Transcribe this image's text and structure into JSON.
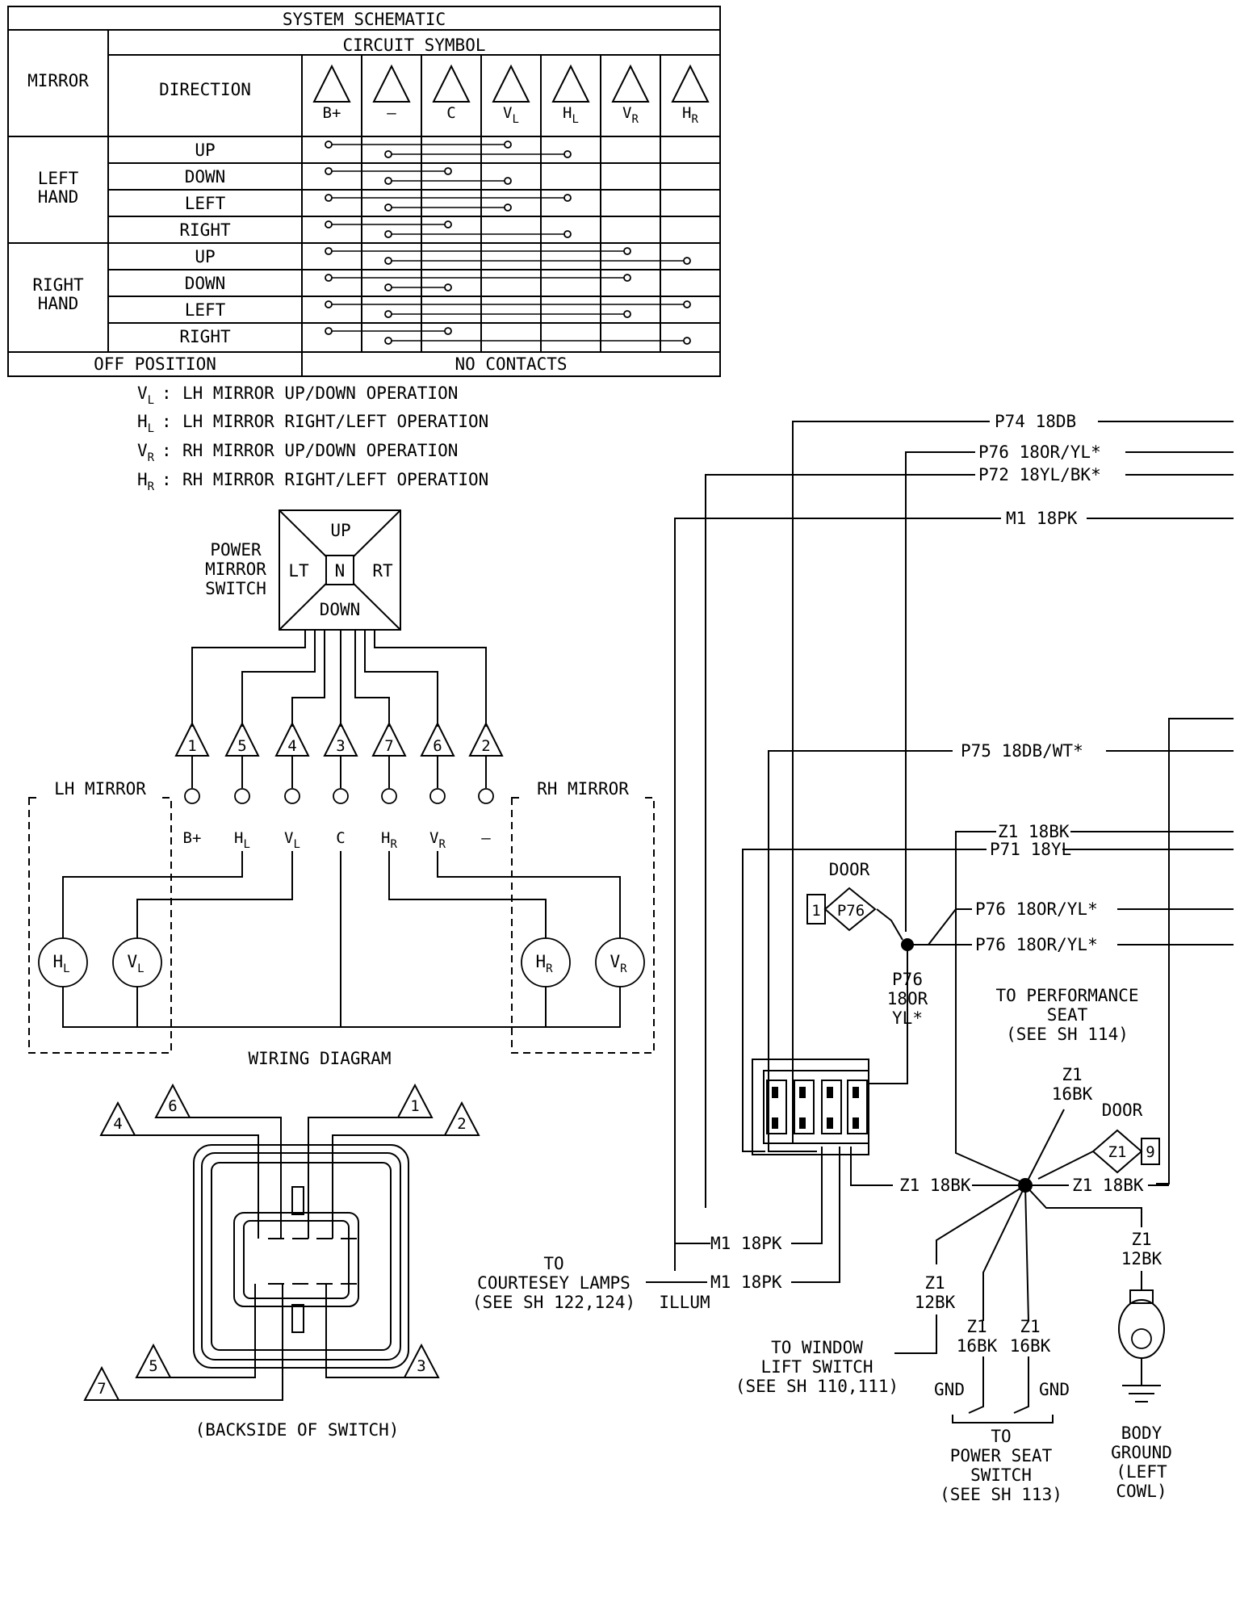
{
  "table": {
    "title": "SYSTEM SCHEMATIC",
    "circuit_symbol": "CIRCUIT SYMBOL",
    "mirror": "MIRROR",
    "direction": "DIRECTION",
    "symbols": [
      {
        "main": "B+",
        "sub": ""
      },
      {
        "main": "—",
        "sub": ""
      },
      {
        "main": "C",
        "sub": ""
      },
      {
        "main": "V",
        "sub": "L"
      },
      {
        "main": "H",
        "sub": "L"
      },
      {
        "main": "V",
        "sub": "R"
      },
      {
        "main": "H",
        "sub": "R"
      }
    ],
    "left_hand": [
      "LEFT",
      "HAND"
    ],
    "right_hand": [
      "RIGHT",
      "HAND"
    ],
    "directions_left": [
      "UP",
      "DOWN",
      "LEFT",
      "RIGHT"
    ],
    "directions_right": [
      "UP",
      "DOWN",
      "LEFT",
      "RIGHT"
    ],
    "off_position": "OFF POSITION",
    "no_contacts": "NO CONTACTS"
  },
  "legend": [
    {
      "sym": "V",
      "sub": "L",
      "text": "LH MIRROR UP/DOWN OPERATION"
    },
    {
      "sym": "H",
      "sub": "L",
      "text": "LH MIRROR RIGHT/LEFT OPERATION"
    },
    {
      "sym": "V",
      "sub": "R",
      "text": "RH MIRROR UP/DOWN OPERATION"
    },
    {
      "sym": "H",
      "sub": "R",
      "text": "RH MIRROR RIGHT/LEFT OPERATION"
    }
  ],
  "switch": {
    "name": [
      "POWER",
      "MIRROR",
      "SWITCH"
    ],
    "up": "UP",
    "down": "DOWN",
    "lt": "LT",
    "rt": "RT",
    "n": "N"
  },
  "terminals": [
    "1",
    "5",
    "4",
    "3",
    "7",
    "6",
    "2"
  ],
  "terminal_labels": [
    {
      "main": "B+",
      "sub": ""
    },
    {
      "main": "H",
      "sub": "L"
    },
    {
      "main": "V",
      "sub": "L"
    },
    {
      "main": "C",
      "sub": ""
    },
    {
      "main": "H",
      "sub": "R"
    },
    {
      "main": "V",
      "sub": "R"
    },
    {
      "main": "—",
      "sub": ""
    }
  ],
  "lh_mirror": "LH MIRROR",
  "rh_mirror": "RH MIRROR",
  "motors": [
    {
      "main": "H",
      "sub": "L"
    },
    {
      "main": "V",
      "sub": "L"
    },
    {
      "main": "H",
      "sub": "R"
    },
    {
      "main": "V",
      "sub": "R"
    }
  ],
  "wiring_diagram": "WIRING DIAGRAM",
  "backside": {
    "pins": [
      "6",
      "1",
      "4",
      "2",
      "5",
      "3",
      "7"
    ],
    "caption": "(BACKSIDE OF SWITCH)"
  },
  "wires": {
    "p74": "P74 18DB",
    "p76a": "P76 18OR/YL*",
    "p72": "P72 18YL/BK*",
    "m1a": "M1 18PK",
    "p75": "P75 18DB/WT*",
    "z1a": "Z1 18BK",
    "p71": "P71 18YL",
    "p76b": "P76 18OR/YL*",
    "p76c": "P76 18OR/YL*",
    "p76_vert": [
      "P76",
      "18OR",
      "YL*"
    ],
    "z1_mid": "Z1 18BK",
    "z1_right": "Z1 18BK",
    "m1b": "M1 18PK",
    "m1c": "M1 18PK"
  },
  "connectors": {
    "door_left_label": "DOOR",
    "door_left_pin": "1",
    "door_left_id": "P76",
    "door_right_label": "DOOR",
    "door_right_id": "Z1",
    "door_right_pin": "9"
  },
  "notes": {
    "perf_seat": [
      "TO PERFORMANCE",
      "SEAT",
      "(SEE SH 114)"
    ],
    "z1_16_top": [
      "Z1",
      "16BK"
    ],
    "courtesy": [
      "TO",
      "COURTESEY LAMPS",
      "(SEE SH 122,124)"
    ],
    "illum": "ILLUM",
    "z1_12_left": [
      "Z1",
      "12BK"
    ],
    "z1_16a": [
      "Z1",
      "16BK"
    ],
    "z1_16b": [
      "Z1",
      "16BK"
    ],
    "z1_12_right": [
      "Z1",
      "12BK"
    ],
    "window": [
      "TO WINDOW",
      "LIFT SWITCH",
      "(SEE SH 110,111)"
    ],
    "gnd": "GND",
    "power_seat": [
      "TO",
      "POWER SEAT",
      "SWITCH",
      "(SEE SH 113)"
    ],
    "body_ground": [
      "BODY",
      "GROUND",
      "(LEFT",
      "COWL)"
    ]
  }
}
